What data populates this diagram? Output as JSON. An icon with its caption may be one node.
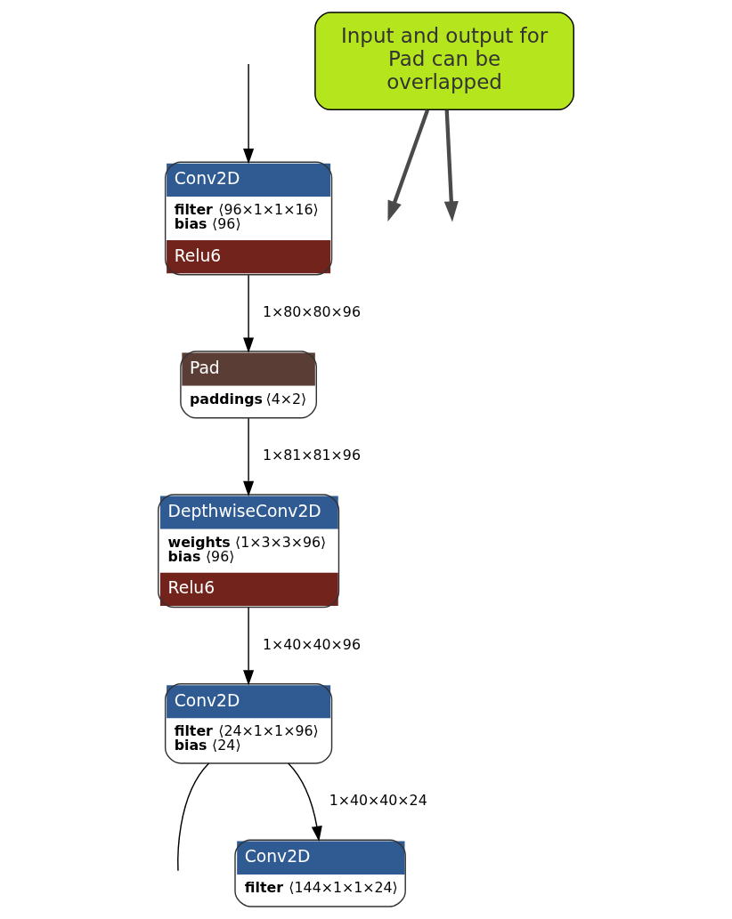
{
  "diagram": {
    "nodes": [
      {
        "text": [
          "Conv2D",
          "**filter** ⟨96×1×1×16⟩ **bias** ⟨96⟩",
          "Relu6"
        ]
      },
      {
        "text": [
          "Pad",
          "**paddings** ⟨4×2⟩"
        ]
      },
      {
        "text": [
          "DepthwiseConv2D",
          "**weights** ⟨1×3×3×96⟩ **bias** ⟨96⟩",
          "Relu6"
        ]
      },
      {
        "text": [
          "Conv2D",
          "**filter** ⟨24×1×1×96⟩ **bias** ⟨24⟩"
        ]
      },
      {
        "text": [
          "Conv2D",
          "**filter** ⟨144×1×1×24⟩"
        ]
      },
      {
        "text": [
          "Input and output for Pad can be overlapped"
        ]
      }
    ],
    "edges": [
      {
        "from": null,
        "to": 0,
        "arrow": "to"
      },
      {
        "from": 0,
        "to": 1,
        "arrow": "to",
        "label": "1×80×80×96"
      },
      {
        "from": 1,
        "to": 2,
        "arrow": "to",
        "label": "1×81×81×96"
      },
      {
        "from": 2,
        "to": 3,
        "arrow": "to",
        "label": "1×40×40×96"
      },
      {
        "from": 3,
        "to": 4,
        "arrow": "to",
        "label": "1×40×40×24"
      },
      {
        "from": 3,
        "to": null,
        "arrow": "none"
      },
      {
        "from": 5,
        "to": null,
        "arrow": "to",
        "style": "thick",
        "color": "#4a4a4a"
      },
      {
        "from": 5,
        "to": null,
        "arrow": "to",
        "style": "thick",
        "color": "#4a4a4a"
      }
    ]
  }
}
